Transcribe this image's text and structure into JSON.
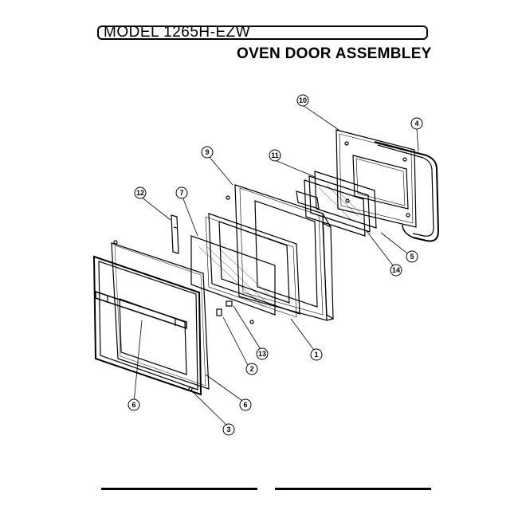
{
  "header": {
    "model": "MODEL 1265H-EZW",
    "title": "OVEN DOOR ASSEMBLEY"
  },
  "callouts": {
    "c1": "1",
    "c2": "2",
    "c3": "3",
    "c4": "4",
    "c5": "5",
    "c6a": "6",
    "c6b": "6",
    "c7": "7",
    "c9": "9",
    "c10": "10",
    "c11": "11",
    "c12": "12",
    "c13": "13",
    "c14": "14"
  }
}
